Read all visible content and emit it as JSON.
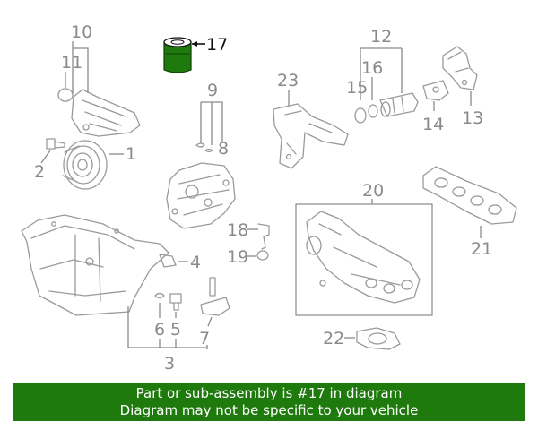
{
  "callouts": {
    "c1": "1",
    "c2": "2",
    "c3": "3",
    "c4": "4",
    "c5": "5",
    "c6": "6",
    "c7": "7",
    "c8": "8",
    "c9": "9",
    "c10": "10",
    "c11": "11",
    "c12": "12",
    "c13": "13",
    "c14": "14",
    "c15": "15",
    "c16": "16",
    "c17": "17",
    "c18": "18",
    "c19": "19",
    "c20": "20",
    "c21": "21",
    "c22": "22",
    "c23": "23"
  },
  "highlight": {
    "part": "17",
    "color": "#1f7a0d"
  },
  "banner": {
    "line1": "Part or sub-assembly is #17 in diagram",
    "line2": "Diagram may not be specific to your vehicle",
    "background": "#1f7a0d"
  }
}
